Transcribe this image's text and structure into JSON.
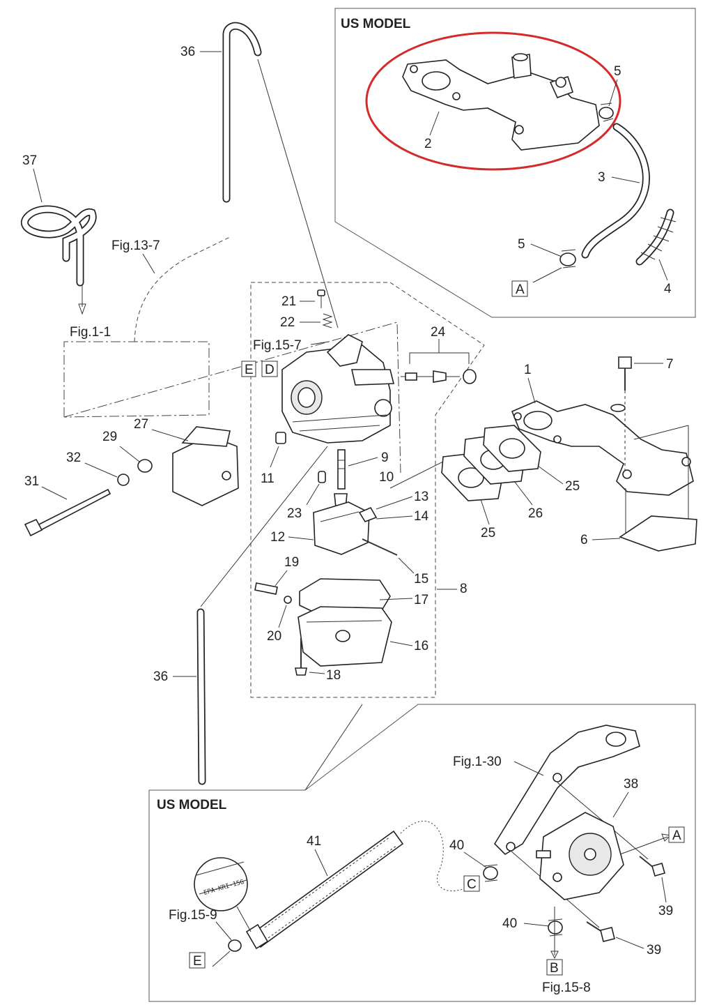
{
  "panels": {
    "top_title": "US MODEL",
    "bottom_title": "US MODEL"
  },
  "labels": {
    "p1": "1",
    "p2": "2",
    "p3": "3",
    "p4": "4",
    "p5a": "5",
    "p5b": "5",
    "p6": "6",
    "p7": "7",
    "p8": "8",
    "p9": "9",
    "p10": "10",
    "p11": "11",
    "p12": "12",
    "p13": "13",
    "p14": "14",
    "p15": "15",
    "p16": "16",
    "p17": "17",
    "p18": "18",
    "p19": "19",
    "p20": "20",
    "p21": "21",
    "p22": "22",
    "p23": "23",
    "p24": "24",
    "p25a": "25",
    "p25b": "25",
    "p26": "26",
    "p27": "27",
    "p29": "29",
    "p31": "31",
    "p32": "32",
    "p36a": "36",
    "p36b": "36",
    "p37": "37",
    "p38": "38",
    "p39a": "39",
    "p39b": "39",
    "p40a": "40",
    "p40b": "40",
    "p41": "41"
  },
  "references": {
    "fig_1_1": "Fig.1-1",
    "fig_13_7": "Fig.13-7",
    "fig_15_7": "Fig.15-7",
    "fig_1_30": "Fig.1-30",
    "fig_15_9": "Fig.15-9",
    "fig_15_8": "Fig.15-8"
  },
  "connectors": {
    "A_top": "A",
    "A_bottom": "A",
    "B": "B",
    "C": "C",
    "D": "D",
    "E_top": "E",
    "E_bottom": "E"
  },
  "tag_text": "EPA-KRI-15G",
  "colors": {
    "highlight": "#d42a2a"
  }
}
